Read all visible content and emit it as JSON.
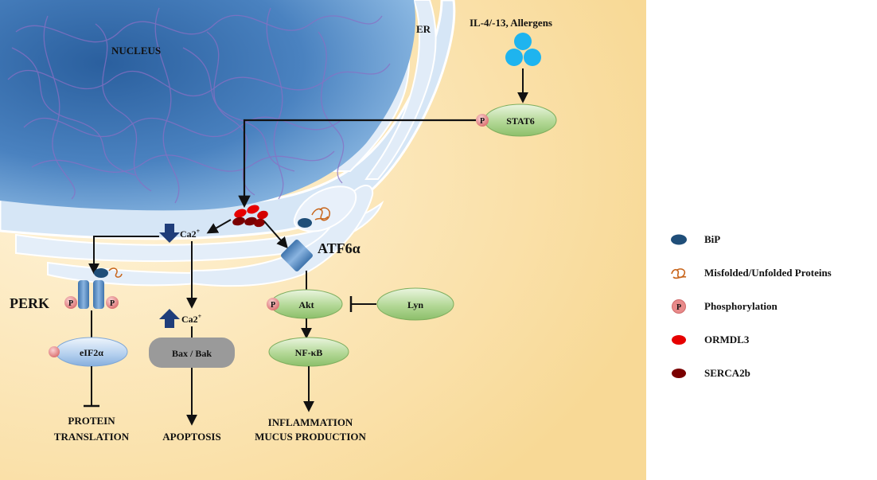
{
  "labels": {
    "nucleus": "NUCLEUS",
    "er": "ER",
    "stimulus": "IL-4/-13, Allergens",
    "stat6": "STAT6",
    "atf6": "ATF6α",
    "perk": "PERK",
    "akt": "Akt",
    "lyn": "Lyn",
    "nfkb": "NF-κB",
    "eif2a": "eIF2α",
    "bax_bak": "Bax / Bak",
    "ca_er": "Ca2",
    "ca_cyt": "Ca2",
    "ca_sup": "+",
    "phospho": "P",
    "out_protein_1": "PROTEIN",
    "out_protein_2": "TRANSLATION",
    "out_apoptosis": "APOPTOSIS",
    "out_inflam_1": "INFLAMMATION",
    "out_inflam_2": "MUCUS PRODUCTION"
  },
  "legend": [
    {
      "label": "BiP",
      "icon": "bip-oval",
      "color": "#1f4e79"
    },
    {
      "label": "Misfolded/Unfolded Proteins",
      "icon": "protein-squiggle",
      "color": "#c8651b"
    },
    {
      "label": "Phosphorylation",
      "icon": "p-circle",
      "color": "#e88a8a"
    },
    {
      "label": "ORMDL3",
      "icon": "red-oval",
      "color": "#e60000"
    },
    {
      "label": "SERCA2b",
      "icon": "darkred-oval",
      "color": "#7a0000"
    }
  ],
  "colors": {
    "nucleus": "#3f76b4",
    "er": "#dce9f5",
    "cytoplasm": "#fbe3b2",
    "node_green": "#a8cf87",
    "node_blue": "#a9c6e8",
    "node_gray": "#9a9a9a",
    "stimulus": "#1eb4ef",
    "receptor": "#5a8fc4"
  }
}
